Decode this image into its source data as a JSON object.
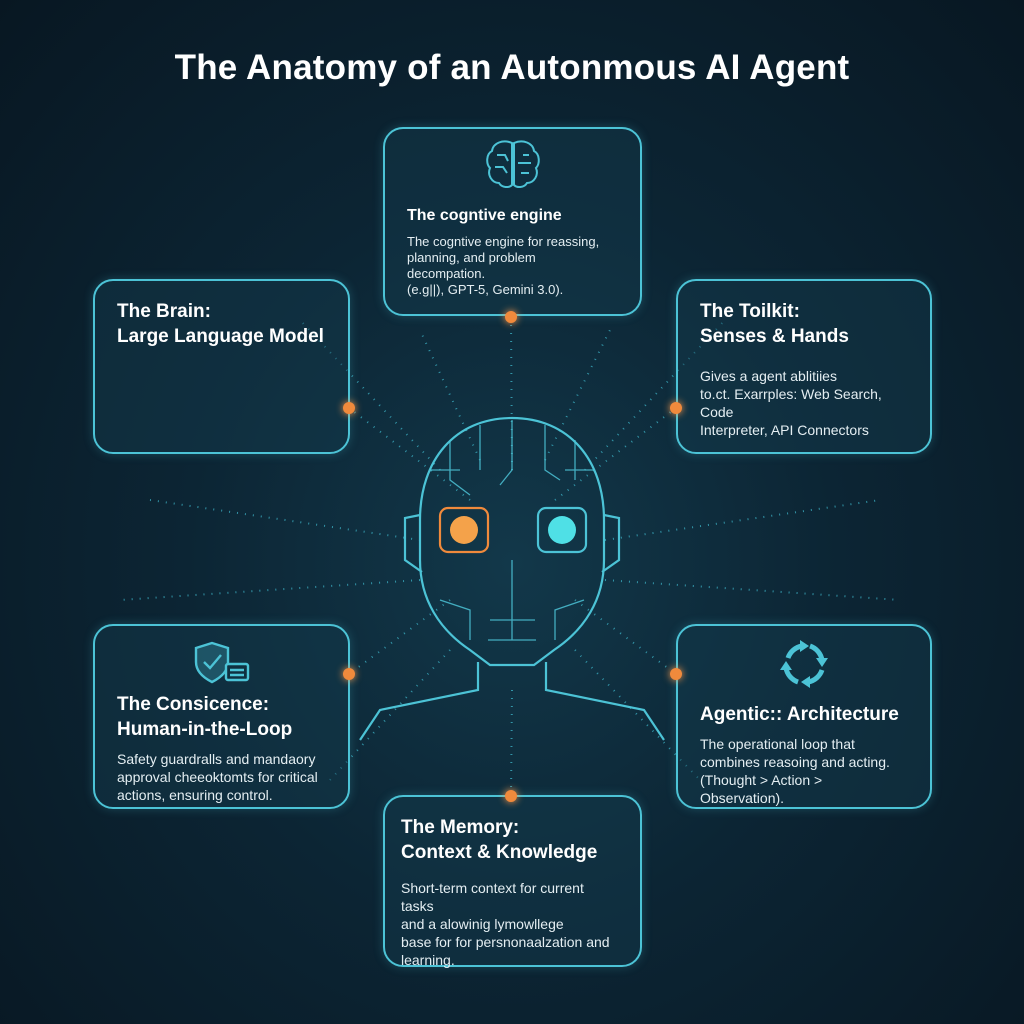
{
  "title": "The Anatomy of an Autonmous AI Agent",
  "colors": {
    "accent": "#4cc3d6",
    "node": "#f08a3c",
    "background": "#0c2534"
  },
  "cards": {
    "engine": {
      "icon": "brain-icon",
      "heading": "The cogntive engine",
      "lines": [
        "The cogntive engine for reassing,",
        "planning, and problem",
        "decompation.",
        "(e.g||), GPT-5, Gemini 3.0)."
      ]
    },
    "brain": {
      "heading_1": "The Brain:",
      "heading_2": "Large Language Model"
    },
    "toolkit": {
      "heading_1": "The Toilkit:",
      "heading_2": "Senses & Hands",
      "lines": [
        "Gives a agent ablitiies",
        "to.ct. Exarrples: Web Search, Code",
        "Interpreter, API Connectors"
      ]
    },
    "conscience": {
      "icon": "shield-check-icon",
      "heading_1": "The Consicence:",
      "heading_2": "Human-in-the-Loop",
      "lines": [
        "Safety guardralls and mandaory",
        "approval cheeoktomts for critical",
        "actions, ensuring control."
      ]
    },
    "agentic": {
      "icon": "cycle-arrows-icon",
      "heading": "Agentic:: Architecture",
      "lines": [
        "The operational loop that",
        "combines reasoing and acting.",
        "(Thought > Action > Observation)."
      ]
    },
    "memory": {
      "heading_1": "The Memory:",
      "heading_2": "Context & Knowledge",
      "lines": [
        "Short-term context for current tasks",
        "and a alowinig lymowllege",
        "base for for persnonaalzation and",
        "learning."
      ]
    }
  }
}
